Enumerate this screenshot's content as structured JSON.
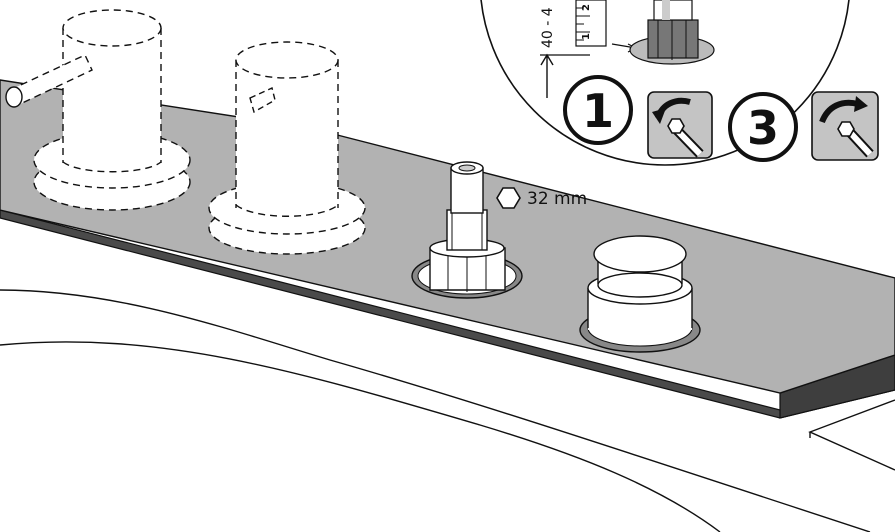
{
  "labels": {
    "wrench_size": "32 mm",
    "height_range": "40 - 4",
    "step_one": "1",
    "step_three": "3",
    "ruler_mark_1": "1",
    "ruler_mark_2": "2"
  },
  "colors": {
    "deck_top": "#b2b2b2",
    "deck_front": "#4a4a4a",
    "outline": "#111111",
    "icon_fill": "#c4c4c4",
    "background": "#ffffff"
  },
  "icons": [
    "hexagon-icon",
    "wrench-loosen-icon",
    "wrench-tighten-icon"
  ]
}
